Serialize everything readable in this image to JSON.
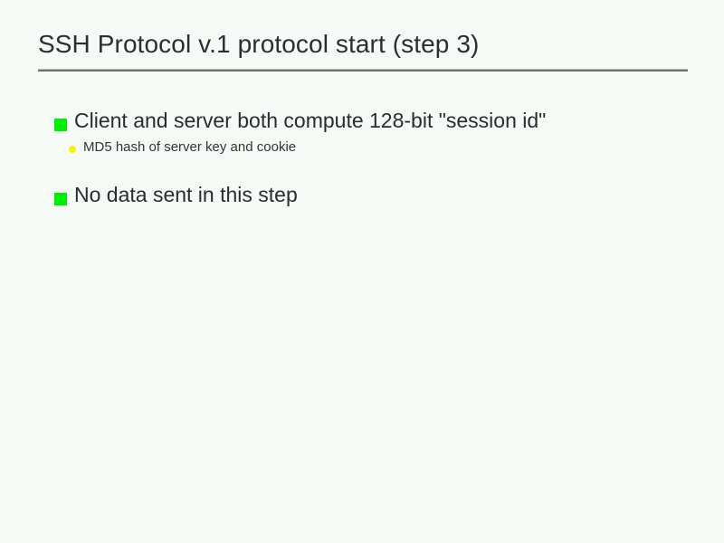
{
  "slide": {
    "title": "SSH Protocol v.1 protocol start (step 3)",
    "bullets": [
      {
        "level": 1,
        "marker": "green-square-bullet-icon",
        "text": "Client and server both compute 128-bit \"session id\""
      },
      {
        "level": 2,
        "marker": "yellow-dot-bullet-icon",
        "text": "MD5 hash of server key and cookie"
      },
      {
        "level": 1,
        "marker": "green-square-bullet-icon",
        "text": "No data sent in this step"
      }
    ]
  },
  "colors": {
    "background": "#f5faf6",
    "title_text": "#2e2e2e",
    "body_text": "#2c2c2c",
    "rule_light": "#b6bdb6",
    "rule_dark": "#6c716c",
    "bullet_level1": "#00ee00",
    "bullet_level2": "#ffef00"
  }
}
